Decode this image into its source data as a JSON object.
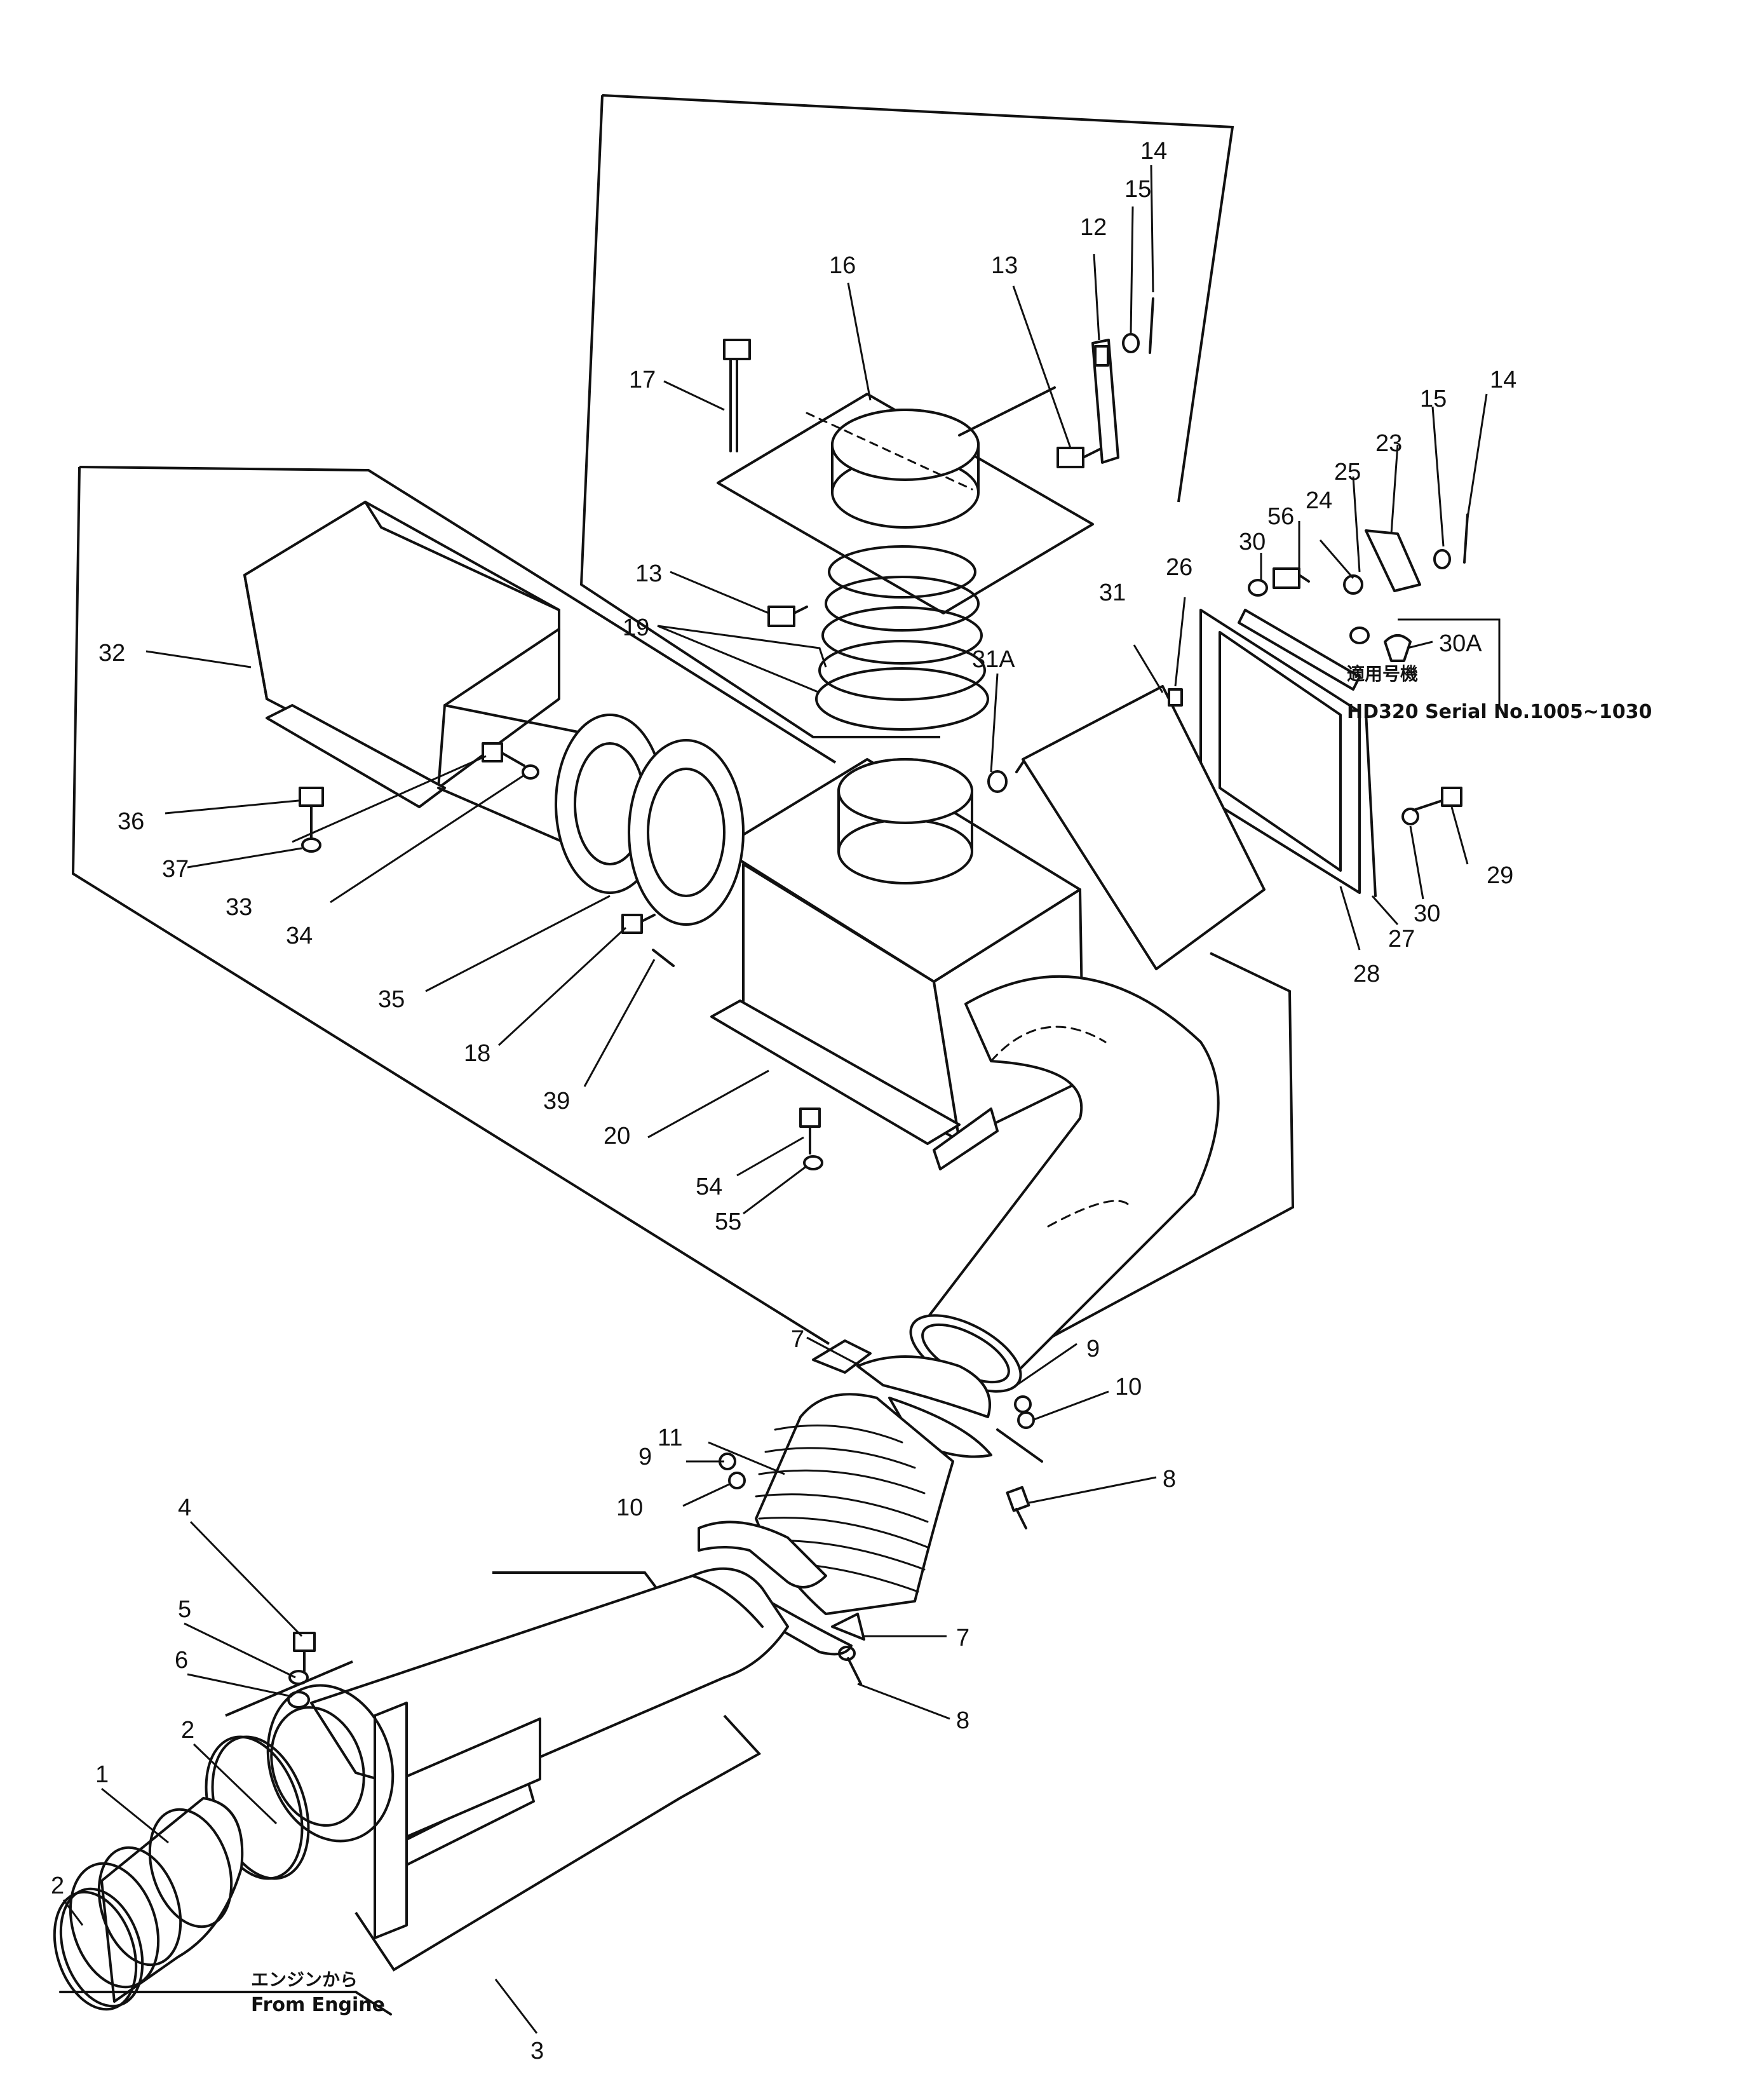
{
  "callouts": {
    "c1": "1",
    "c2a": "2",
    "c2b": "2",
    "c3": "3",
    "c4": "4",
    "c5": "5",
    "c6": "6",
    "c7a": "7",
    "c7b": "7",
    "c8a": "8",
    "c8b": "8",
    "c9a": "9",
    "c9b": "9",
    "c10a": "10",
    "c10b": "10",
    "c11": "11",
    "c12": "12",
    "c13a": "13",
    "c13b": "13",
    "c14a": "14",
    "c14b": "14",
    "c15a": "15",
    "c15b": "15",
    "c16": "16",
    "c17": "17",
    "c18": "18",
    "c19": "19",
    "c20": "20",
    "c23": "23",
    "c24": "24",
    "c25": "25",
    "c26": "26",
    "c27": "27",
    "c28": "28",
    "c29": "29",
    "c30a": "30",
    "c30b": "30",
    "c30c": "30A",
    "c31": "31",
    "c31a": "31A",
    "c32": "32",
    "c33": "33",
    "c34": "34",
    "c35": "35",
    "c36": "36",
    "c37": "37",
    "c39": "39",
    "c54": "54",
    "c55": "55",
    "c56": "56"
  },
  "notes": {
    "applicable_jp": "適用号機",
    "serial": "HD320 Serial No.1005~1030",
    "from_engine_jp": "エンジンから",
    "from_engine": "From Engine"
  }
}
